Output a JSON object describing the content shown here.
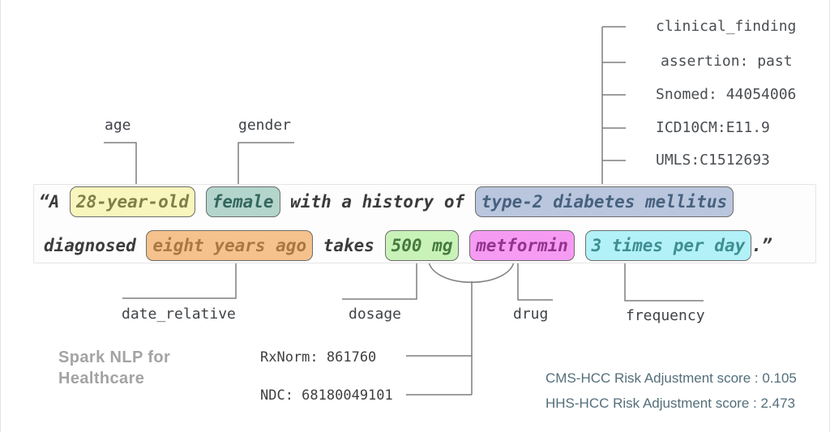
{
  "brand": {
    "line1": "Spark NLP for",
    "line2": "Healthcare"
  },
  "sentence": {
    "line1_open": "“A ",
    "line1_mid": " with a history of ",
    "line2_start": "diagnosed ",
    "line2_mid": " takes ",
    "line2_end": ".”"
  },
  "entities": {
    "age": {
      "text": "28-year-old",
      "label": "age",
      "bg": "#f8f6bc",
      "fg": "#7f7f4b"
    },
    "gender": {
      "text": "female",
      "label": "gender",
      "bg": "#b4d5cb",
      "fg": "#33675e"
    },
    "clinical_finding": {
      "text": "type-2 diabetes mellitus",
      "label": "clinical_finding",
      "bg": "#b9c6dd",
      "fg": "#47617f"
    },
    "date_relative": {
      "text": "eight years ago",
      "label": "date_relative",
      "bg": "#f5c18d",
      "fg": "#a87840"
    },
    "dosage": {
      "text": "500 mg",
      "label": "dosage",
      "bg": "#c9f2b8",
      "fg": "#45793f"
    },
    "drug": {
      "text": "metformin",
      "label": "drug",
      "bg": "#f59cf2",
      "fg": "#93338f"
    },
    "frequency": {
      "text": "3 times per day",
      "label": "frequency",
      "bg": "#b2f1f8",
      "fg": "#3f8e91"
    }
  },
  "finding_details": [
    "clinical_finding",
    "assertion: past",
    "Snomed: 44054006",
    "ICD10CM:E11.9",
    "UMLS:C1512693"
  ],
  "drug_codes": {
    "rxnorm": "RxNorm: 861760",
    "ndc": "NDC: 68180049101"
  },
  "risk_scores": {
    "cms": "CMS-HCC Risk Adjustment score : 0.105",
    "hhs": "HHS-HCC Risk Adjustment score : 2.473"
  },
  "colors": {
    "connector": "#7f7f7f",
    "chip_border": "#6d6d6d",
    "sentence_text": "#3b3b3b",
    "label_text": "#3f4348",
    "brand_text": "#a3a3a3",
    "score_text": "#546e7a",
    "panel_bg": "#fdfdfd",
    "panel_border": "#e5e5e5"
  }
}
